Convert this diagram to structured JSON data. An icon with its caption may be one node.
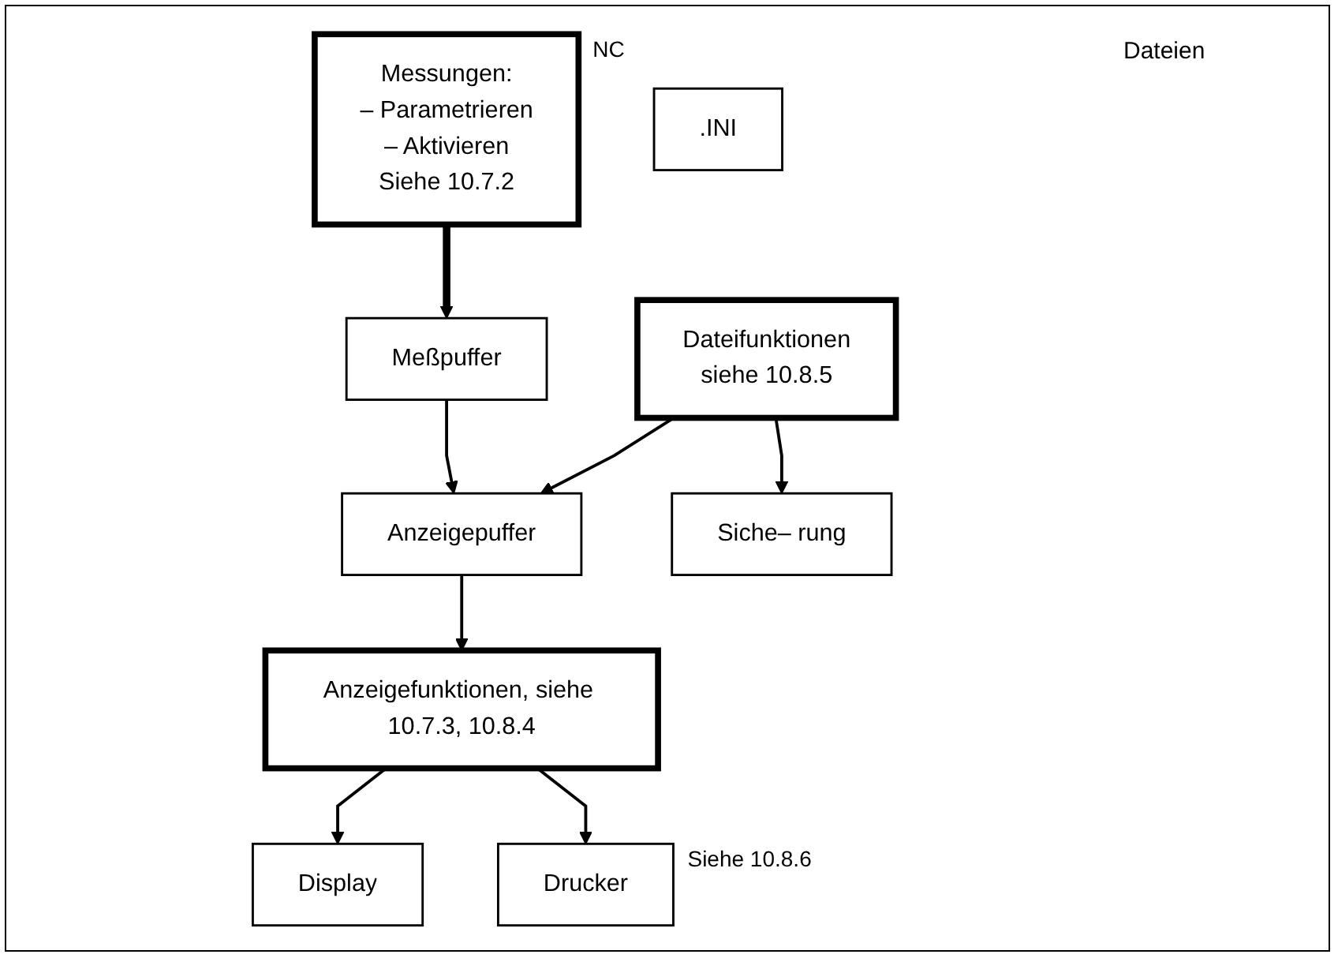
{
  "diagram": {
    "nodes": [
      {
        "text": [
          "Messungen:",
          "– Parametrieren",
          "– Aktivieren",
          "Siehe 10.7.2"
        ],
        "beside": [
          "NC"
        ]
      },
      {
        "text": [
          "Meßpuffer"
        ]
      },
      {
        "text": [
          "Anzeigepuffer"
        ]
      },
      {
        "text": [
          "Dateifunktionen",
          "siehe 10.8.5"
        ]
      },
      {
        "text": [
          "Siche– rung"
        ]
      },
      {
        "text": [
          ".INI"
        ]
      },
      {
        "text": [
          "Anzeigefunktionen, siehe 10.7.3, 10.8.4"
        ]
      },
      {
        "text": [
          "Display"
        ]
      },
      {
        "text": [
          "Drucker"
        ],
        "beside": [
          "Siehe 10.8.6"
        ]
      }
    ],
    "edges": [
      {
        "from": 0,
        "to": 1,
        "arrow": "to",
        "style": "thick"
      },
      {
        "from": 1,
        "to": 2,
        "arrow": "to"
      },
      {
        "from": 3,
        "to": 2,
        "arrow": "to"
      },
      {
        "from": 3,
        "to": 4,
        "arrow": "to"
      },
      {
        "from": 2,
        "to": 6,
        "arrow": "to"
      },
      {
        "from": 6,
        "to": 7,
        "arrow": "to"
      },
      {
        "from": 6,
        "to": 8,
        "arrow": "to"
      }
    ],
    "labels": [
      "Dateien"
    ]
  }
}
